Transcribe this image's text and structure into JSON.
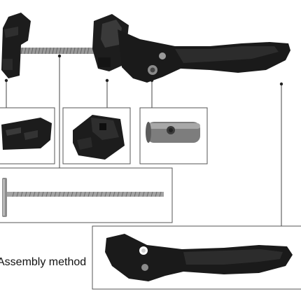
{
  "caption": {
    "text": "Assembly method"
  },
  "parts": [
    {
      "name": "slider-block"
    },
    {
      "name": "clamp-block"
    },
    {
      "name": "threaded-barrel-nut"
    },
    {
      "name": "t-handle-screw"
    },
    {
      "name": "lever-arm"
    }
  ],
  "colors": {
    "part": "#1c1c1c",
    "metal": "#9a9a9a",
    "frame": "#555555",
    "leader": "#444444"
  }
}
